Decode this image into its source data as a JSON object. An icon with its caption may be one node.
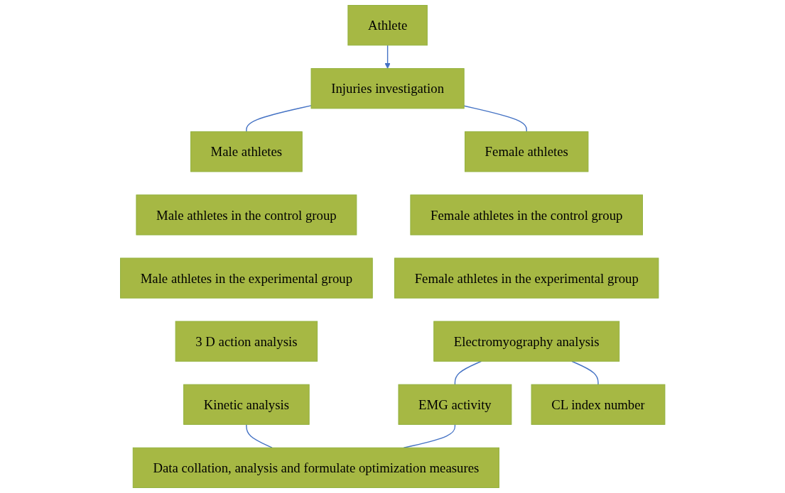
{
  "diagram": {
    "nodes": [
      {
        "text": [
          "Athlete"
        ]
      },
      {
        "text": [
          "Injuries investigation"
        ]
      },
      {
        "text": [
          "Male athletes"
        ]
      },
      {
        "text": [
          "Female athletes"
        ]
      },
      {
        "text": [
          "Male athletes in the control group"
        ]
      },
      {
        "text": [
          "Female athletes in the control group"
        ]
      },
      {
        "text": [
          "Male athletes in the experimental group"
        ]
      },
      {
        "text": [
          "Female athletes in the experimental group"
        ]
      },
      {
        "text": [
          "3 D action analysis"
        ]
      },
      {
        "text": [
          "Electromyography analysis"
        ]
      },
      {
        "text": [
          "Kinetic analysis"
        ]
      },
      {
        "text": [
          "EMG activity"
        ]
      },
      {
        "text": [
          "CL index number"
        ]
      },
      {
        "text": [
          "Data collation, analysis and formulate optimization measures"
        ]
      }
    ],
    "edges": [
      {
        "from": 0,
        "to": 1,
        "arrow": "to"
      },
      {
        "from": 1,
        "to": 2,
        "arrow": "none"
      },
      {
        "from": 1,
        "to": 3,
        "arrow": "none"
      },
      {
        "from": 9,
        "to": 11,
        "arrow": "none"
      },
      {
        "from": 9,
        "to": 12,
        "arrow": "none"
      },
      {
        "from": 10,
        "to": 13,
        "arrow": "none"
      },
      {
        "from": 11,
        "to": 13,
        "arrow": "none"
      }
    ]
  }
}
